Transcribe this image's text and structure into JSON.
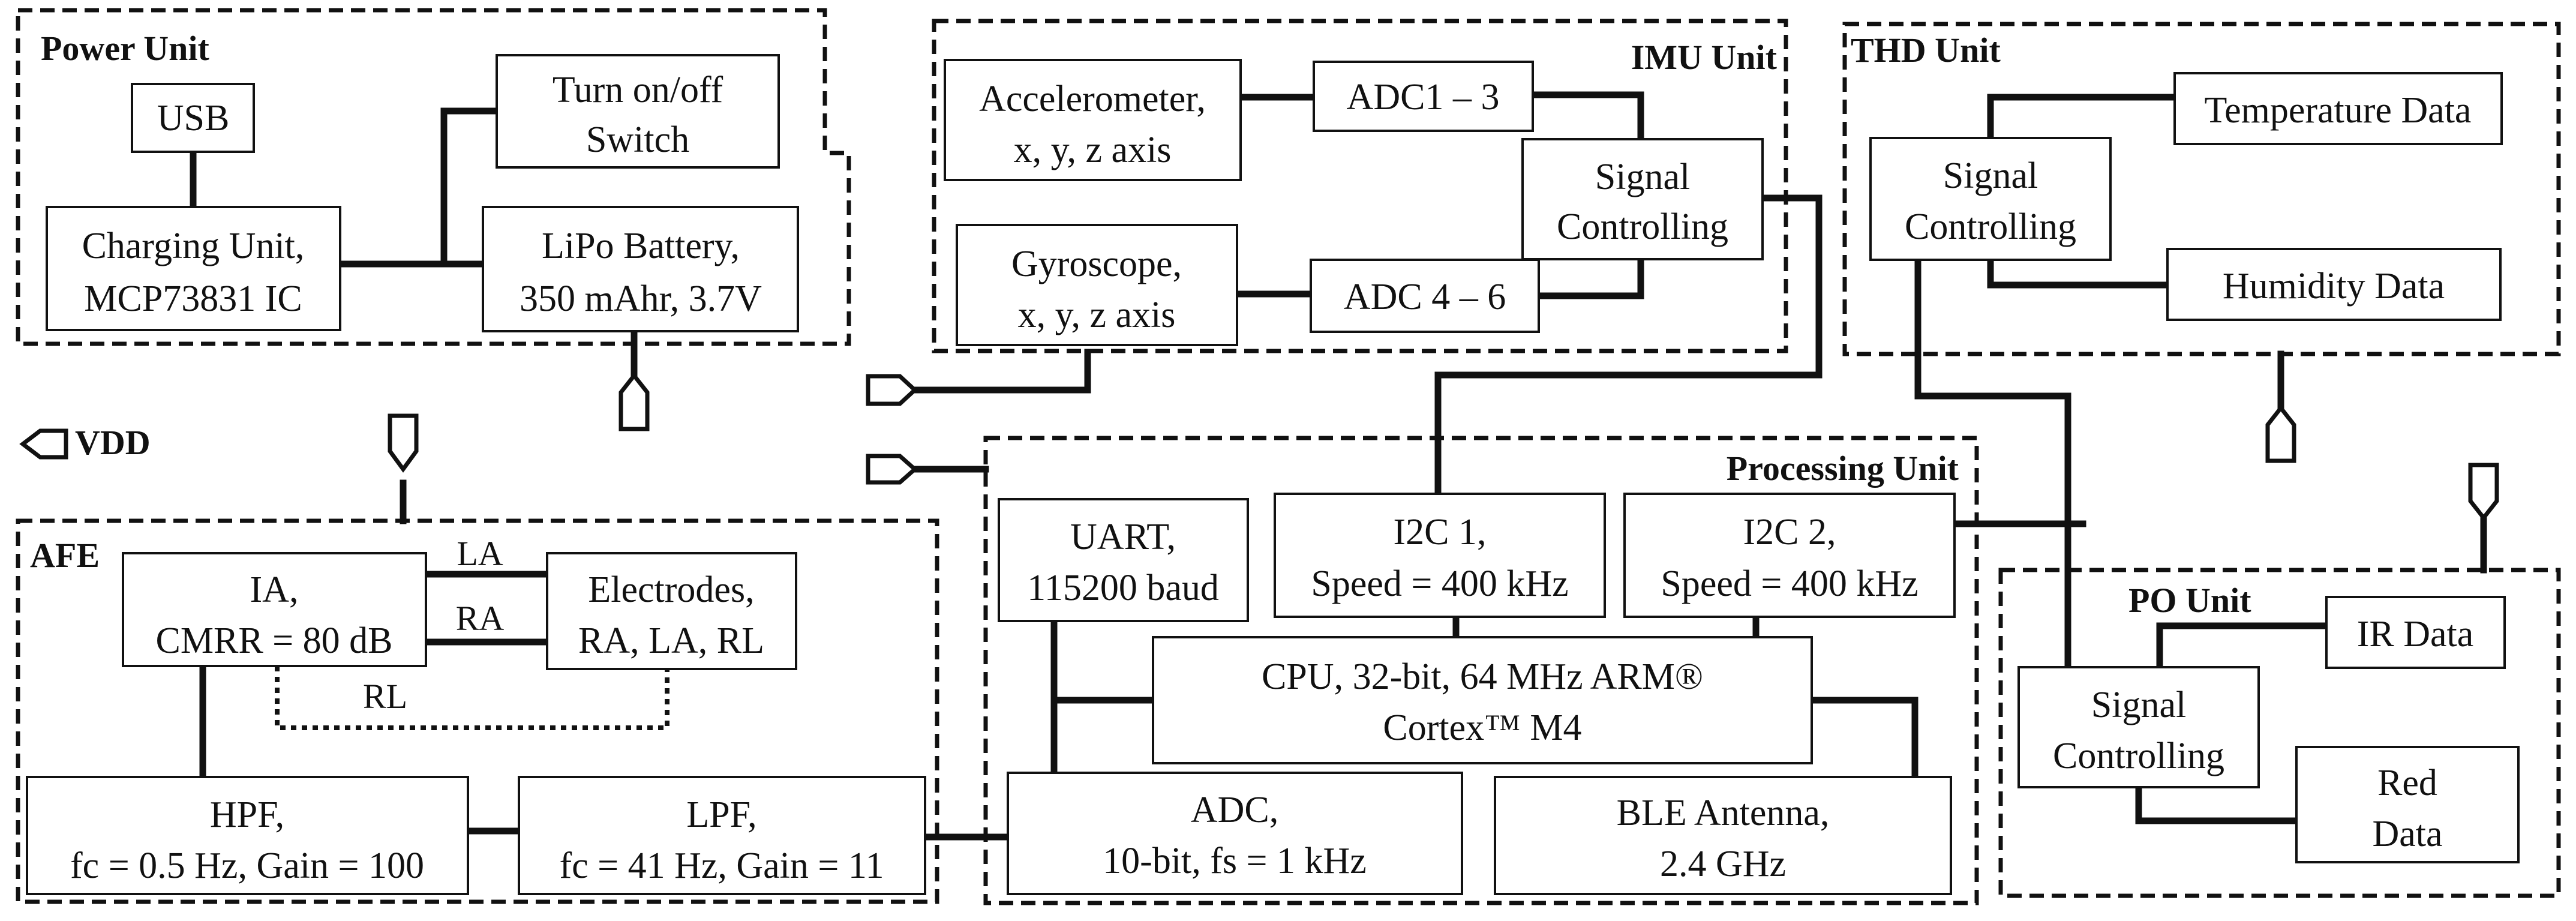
{
  "units": {
    "power": "Power Unit",
    "imu": "IMU Unit",
    "thd": "THD Unit",
    "afe": "AFE",
    "processing": "Processing Unit",
    "po": "PO Unit"
  },
  "vdd_label": "VDD",
  "blocks": {
    "usb": [
      "USB"
    ],
    "switch": [
      "Turn on/off",
      "Switch"
    ],
    "charging": [
      "Charging Unit,",
      "MCP73831 IC"
    ],
    "battery": [
      "LiPo Battery,",
      "350 mAhr, 3.7V"
    ],
    "accel": [
      "Accelerometer,",
      "x, y, z axis"
    ],
    "adc13": [
      "ADC1 – 3"
    ],
    "imu_signal": [
      "Signal",
      "Controlling"
    ],
    "gyro": [
      "Gyroscope,",
      "x, y, z axis"
    ],
    "adc46": [
      "ADC 4 – 6"
    ],
    "thd_signal": [
      "Signal",
      "Controlling"
    ],
    "temperature": [
      "Temperature Data"
    ],
    "humidity": [
      "Humidity Data"
    ],
    "ia": [
      "IA,",
      "CMRR = 80 dB"
    ],
    "electrodes": [
      "Electrodes,",
      "RA, LA, RL"
    ],
    "hpf": [
      "HPF,",
      "fc = 0.5 Hz, Gain = 100"
    ],
    "lpf": [
      "LPF,",
      "fc = 41 Hz, Gain = 11"
    ],
    "uart": [
      "UART,",
      "115200 baud"
    ],
    "i2c1": [
      "I2C 1,",
      "Speed = 400 kHz"
    ],
    "i2c2": [
      "I2C 2,",
      "Speed = 400 kHz"
    ],
    "cpu": [
      "CPU, 32-bit, 64 MHz ARM®",
      "Cortex™ M4"
    ],
    "adc": [
      "ADC,",
      "10-bit, fs = 1 kHz"
    ],
    "ble": [
      "BLE Antenna,",
      "2.4 GHz"
    ],
    "po_signal": [
      "Signal",
      "Controlling"
    ],
    "ir": [
      "IR Data"
    ],
    "red": [
      "Red",
      "Data"
    ]
  },
  "wire_labels": {
    "la": "LA",
    "ra": "RA",
    "rl": "RL"
  }
}
